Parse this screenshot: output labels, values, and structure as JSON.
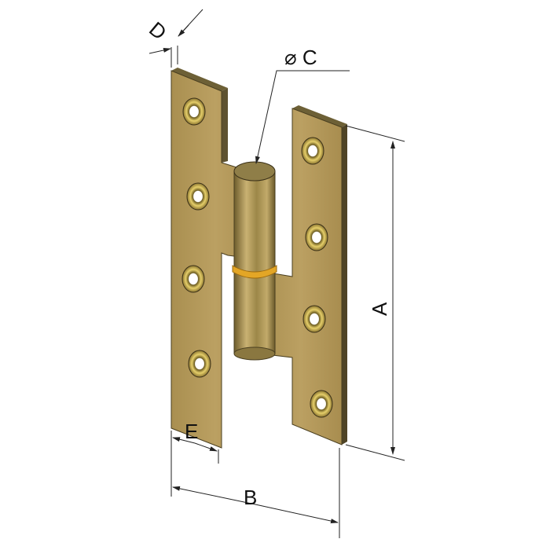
{
  "diagram": {
    "dimension_labels": {
      "A": "A",
      "B": "B",
      "C": "⌀ C",
      "D": "D",
      "E": "E"
    },
    "colors": {
      "plate": "#b39a5a",
      "plate_edge": "#7d6b3a",
      "pin": "#a8955a",
      "ring": "#e0a020",
      "hole_rim": "#d8c060",
      "line": "#222222"
    }
  }
}
